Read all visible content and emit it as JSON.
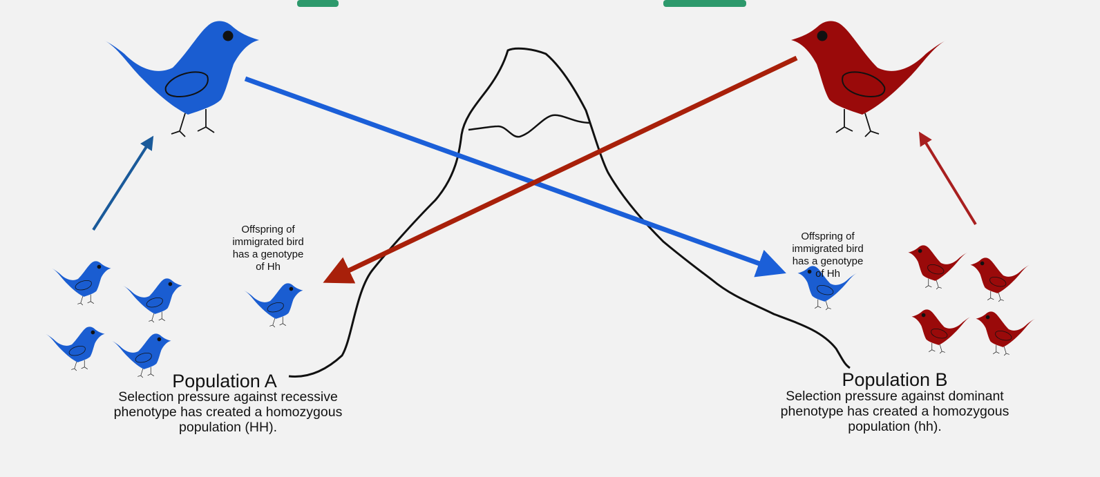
{
  "colors": {
    "background": "#f2f2f2",
    "blue_bird": "#1a5dd1",
    "red_bird": "#9a0a0a",
    "blue_arrow": "#1b5fd8",
    "red_arrow": "#a8200a",
    "blue_small_arrow": "#1a5a9a",
    "red_small_arrow": "#a81f1f",
    "title_partial": "#0a8a55"
  },
  "icons": {
    "blue_bird": "blue-bird-icon",
    "red_bird": "red-bird-icon",
    "mountain": "mountain-outline"
  },
  "population_a": {
    "name": "Population A",
    "description_lines": [
      "Selection pressure against recessive",
      "phenotype has created a homozygous",
      "population (HH)."
    ]
  },
  "population_b": {
    "name": "Population B",
    "description_lines": [
      "Selection pressure against dominant",
      "phenotype has created a homozygous",
      "population (hh)."
    ]
  },
  "offspring_left": {
    "lines": [
      "Offspring of",
      "immigrated bird",
      "has a genotype",
      "of Hh"
    ]
  },
  "offspring_right": {
    "lines": [
      "Offspring of",
      "immigrated bird",
      "has a genotype",
      "of Hh"
    ]
  }
}
